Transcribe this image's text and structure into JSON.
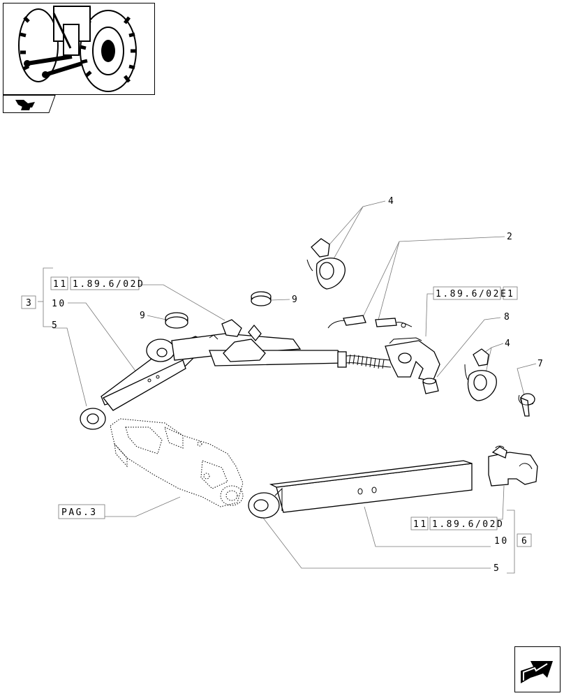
{
  "labels": {
    "l4a": "4",
    "l2": "2",
    "l11a": "11",
    "l18902d_a": "1.89.6/02D",
    "l3": "3",
    "l10a": "10",
    "l5a": "5",
    "l9a": "9",
    "l9b": "9",
    "l18902e": "1.89.6/02E",
    "l1": "1",
    "l8": "8",
    "l4b": "4",
    "l7": "7",
    "lpag3": "PAG.3",
    "l11b": "11",
    "l18902d_b": "1.89.6/02D",
    "l10b": "10",
    "l6": "6",
    "l5b": "5"
  },
  "icons": {
    "thumbnail": "tractor-rear-thumbnail-icon",
    "tab": "binder-tab-icon",
    "next": "next-page-arrow-icon"
  }
}
